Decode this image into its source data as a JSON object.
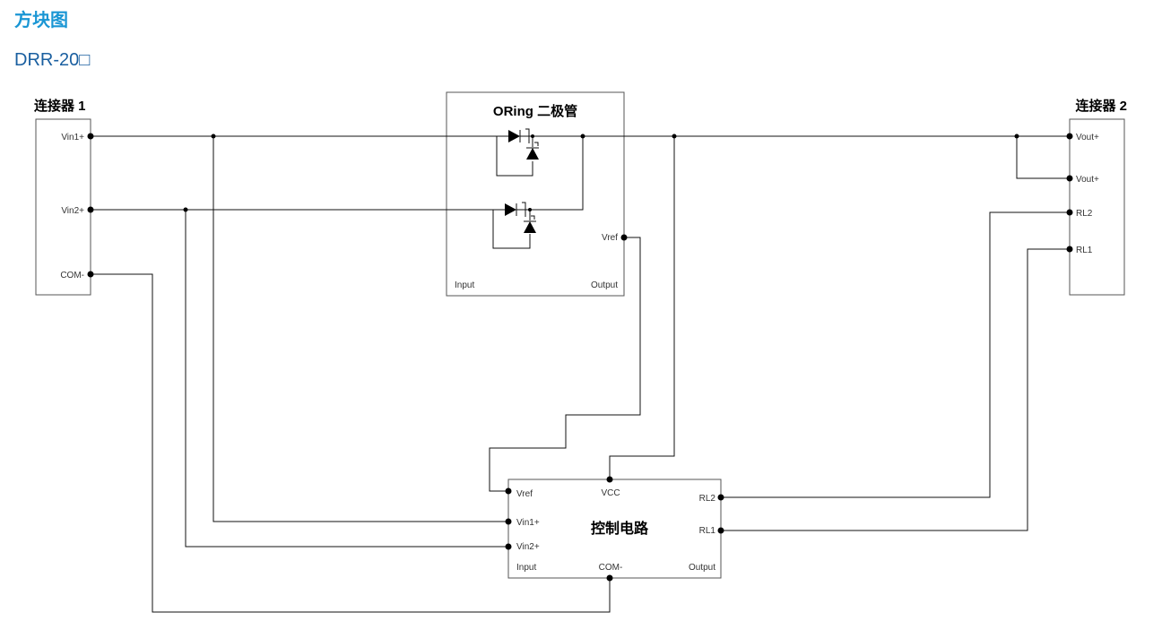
{
  "header": {
    "title": "方块图",
    "model": "DRR-20□"
  },
  "diagram": {
    "connector1": {
      "title": "连接器 1",
      "pins": [
        "Vin1+",
        "Vin2+",
        "COM-"
      ]
    },
    "connector2": {
      "title": "连接器 2",
      "pins": [
        "Vout+",
        "Vout+",
        "RL2",
        "RL1"
      ]
    },
    "oring": {
      "title": "ORing 二极管",
      "vref": "Vref",
      "input": "Input",
      "output": "Output"
    },
    "control": {
      "title": "控制电路",
      "vref": "Vref",
      "vin1": "Vin1+",
      "vin2": "Vin2+",
      "vcc": "VCC",
      "com": "COM-",
      "rl2": "RL2",
      "rl1": "RL1",
      "input": "Input",
      "output": "Output"
    }
  }
}
